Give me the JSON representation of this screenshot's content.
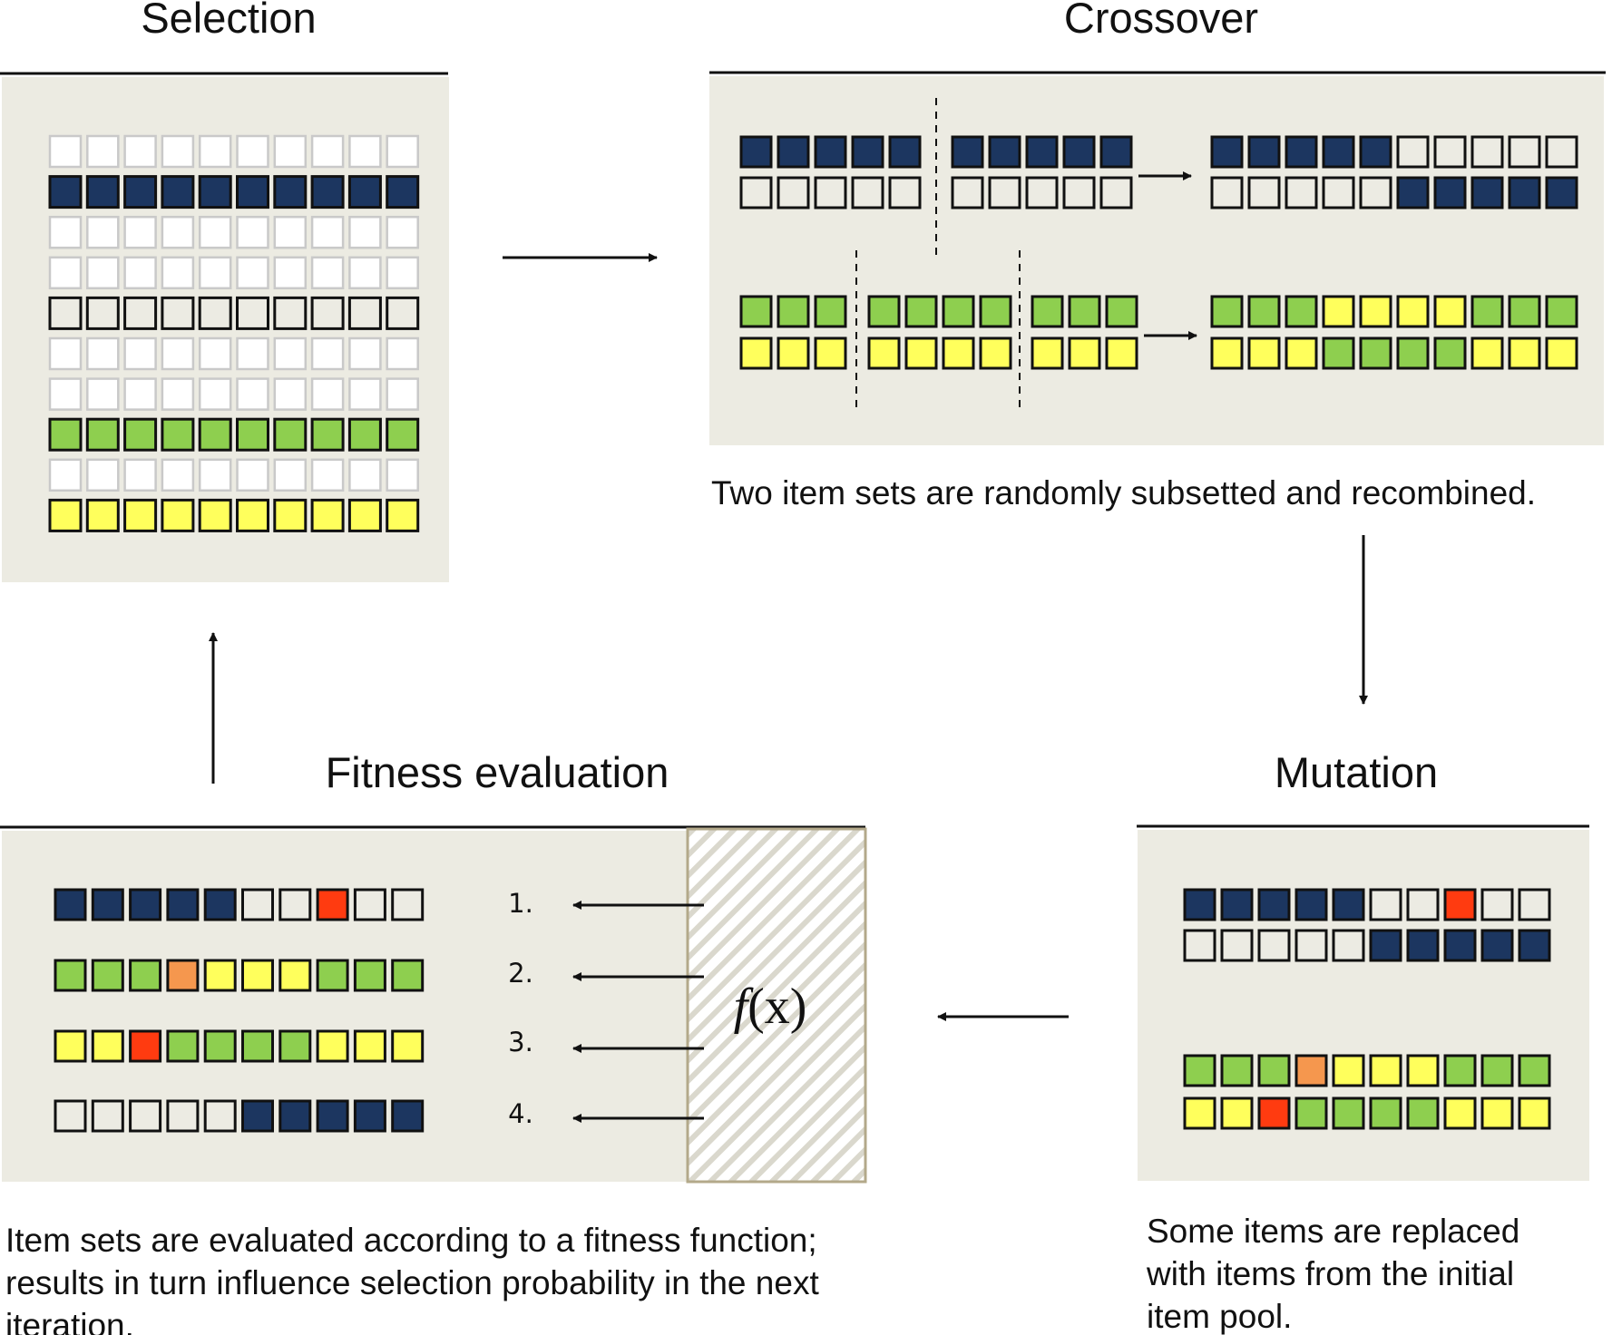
{
  "palette": {
    "navy": "#1c3660",
    "green": "#8ecf4f",
    "yellow": "#ffff5c",
    "grey": "#ecebe3",
    "white": "#ffffff",
    "red": "#ff3b10",
    "orange": "#f5974e",
    "panel": "#ecebe2"
  },
  "selection": {
    "title": "Selection",
    "rows": [
      "E",
      "N",
      "E",
      "E",
      "G",
      "E",
      "E",
      "L",
      "E",
      "Y"
    ]
  },
  "crossover": {
    "title": "Crossover",
    "caption": "Two item sets are randomly subsetted and recombined."
  },
  "mutation": {
    "title": "Mutation",
    "caption_lines": [
      "Some items are replaced",
      "with items from the initial",
      "item pool."
    ]
  },
  "fitness": {
    "title": "Fitness evaluation",
    "function_label": "x",
    "function_name": "f",
    "ranks": [
      "1.",
      "2.",
      "3.",
      "4."
    ],
    "caption_lines": [
      "Item sets are evaluated according to a fitness function;",
      "results in turn influence selection probability in the next",
      "iteration."
    ]
  },
  "item_sets": {
    "selection": [
      "EEEEEEEEEE",
      "NNNNNNNNNN",
      "EEEEEEEEEE",
      "EEEEEEEEEE",
      "GGGGGGGGGG",
      "EEEEEEEEEE",
      "EEEEEEEEEE",
      "LLLLLLLLLL",
      "EEEEEEEEEE",
      "YYYYYYYYYY"
    ],
    "cross_parent_1": [
      "NNNNN",
      "NNNNN"
    ],
    "cross_parent_2": [
      "GGGGG",
      "GGGGG"
    ],
    "cross_parent_3": [
      "LLL",
      "LLLL",
      "LLL"
    ],
    "cross_parent_4": [
      "YYY",
      "YYYY",
      "YYY"
    ],
    "cross_child": [
      "NNNNNGGGGG",
      "GGGGGNNNNN",
      "LLLYYYYLLL",
      "YYYLLLLYYY"
    ],
    "mutation": [
      "NNNNNGGRGG",
      "GGGGGNNNNN",
      "LLLOYYYLLL",
      "YYRLLLLYYY"
    ],
    "fitness": [
      "NNNNNGGRGG",
      "LLLOYYYLLL",
      "YYRLLLLYYY",
      "GGGGGNNNNN"
    ]
  }
}
